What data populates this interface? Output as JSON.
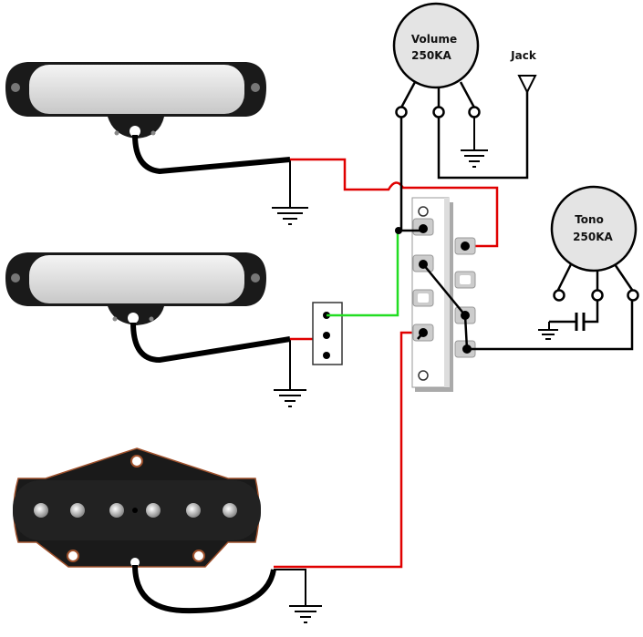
{
  "volume_pot": {
    "name": "Volume",
    "value": "250KA"
  },
  "tone_pot": {
    "name": "Tono",
    "value": "250KA"
  },
  "jack": {
    "label": "Jack"
  },
  "colors": {
    "hot_wire": "#e00000",
    "ground_wire": "#000000",
    "middle_hot_wire": "#22dd22",
    "pot_body": "#e4e4e4"
  }
}
